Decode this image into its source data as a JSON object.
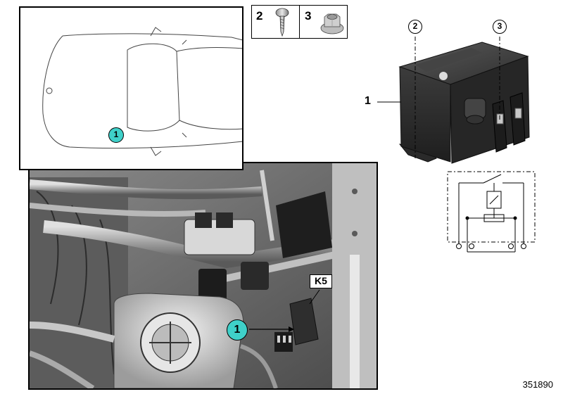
{
  "parts_legend": {
    "items": [
      {
        "number": "2",
        "icon": "screw-icon"
      },
      {
        "number": "3",
        "icon": "flange-nut-icon"
      }
    ]
  },
  "relay": {
    "part_number": "1",
    "callouts": [
      "2",
      "3"
    ]
  },
  "vehicle_inset": {
    "marker": "1",
    "marker_color": "#3fd0c9"
  },
  "engine_bay": {
    "marker": "1",
    "component_label": "K5"
  },
  "diagram_id": "351890"
}
